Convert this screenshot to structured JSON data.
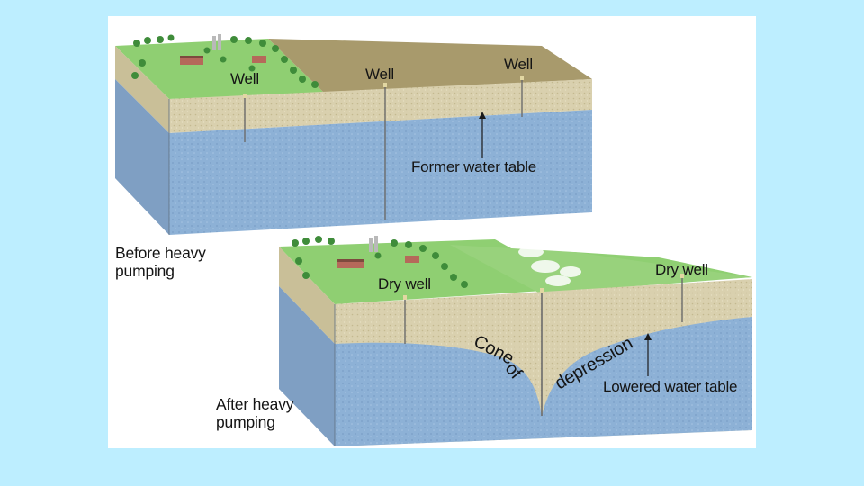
{
  "diagram": {
    "before_panel": {
      "caption_line1": "Before heavy",
      "caption_line2": "pumping",
      "wells": [
        "Well",
        "Well",
        "Well"
      ],
      "water_table_label": "Former water table"
    },
    "after_panel": {
      "caption_line1": "After heavy",
      "caption_line2": "pumping",
      "dry_wells": [
        "Dry well",
        "Dry well"
      ],
      "cone_word1": "Cone",
      "cone_word2": "of",
      "cone_word3": "depression",
      "water_table_label": "Lowered water table"
    }
  },
  "colors": {
    "background": "#bdeeff",
    "panel": "#ffffff",
    "aquifer": "#8fb2d6",
    "soil": "#d8cfad",
    "grass": "#8fcf72",
    "dry_field": "#a89a6c"
  }
}
